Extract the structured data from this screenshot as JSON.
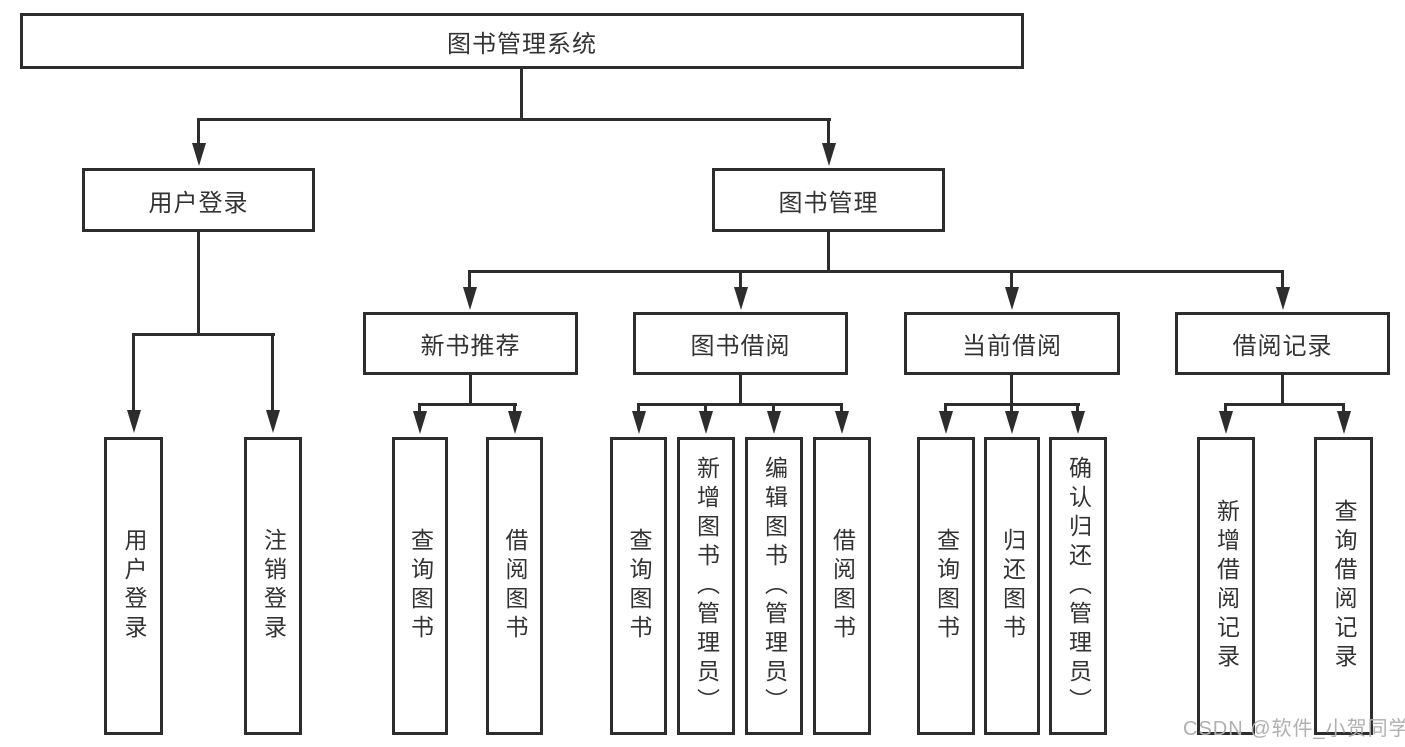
{
  "diagram": {
    "title": "图书管理系统",
    "watermark": "CSDN @软件_小贺同学",
    "nodes": {
      "root": "图书管理系统",
      "user_login": "用户登录",
      "book_mgmt": "图书管理",
      "new_book": "新书推荐",
      "book_borrow": "图书借阅",
      "current_borrow": "当前借阅",
      "borrow_records": "借阅记录",
      "leaf_user_login": "用户登录",
      "leaf_logout": "注销登录",
      "leaf_nb_query": "查询图书",
      "leaf_nb_borrow": "借阅图书",
      "leaf_bb_query": "查询图书",
      "leaf_bb_add": "新增图书（管理员）",
      "leaf_bb_edit": "编辑图书（管理员）",
      "leaf_bb_borrow": "借阅图书",
      "leaf_cb_query": "查询图书",
      "leaf_cb_return": "归还图书",
      "leaf_cb_confirm": "确认归还（管理员）",
      "leaf_br_add": "新增借阅记录",
      "leaf_br_query": "查询借阅记录"
    },
    "colors": {
      "line": "#2d2d2d",
      "text": "#333333",
      "watermark": "#b0b0b0",
      "background": "#ffffff"
    }
  }
}
